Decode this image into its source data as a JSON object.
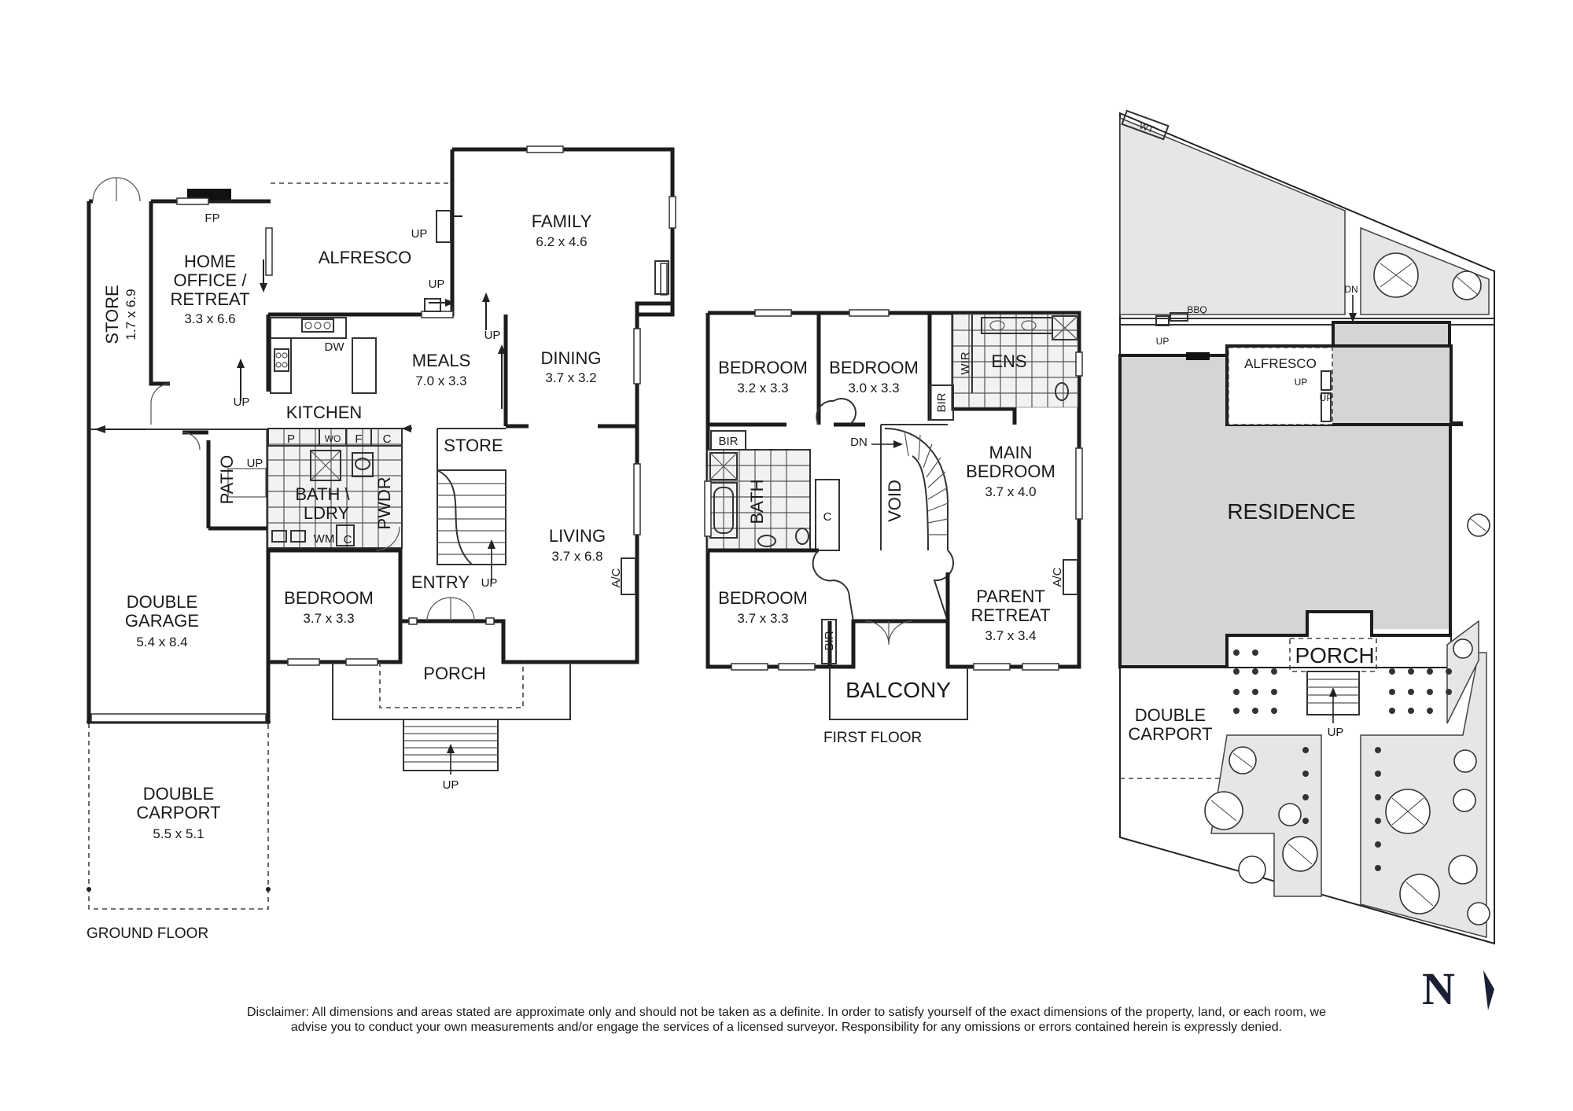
{
  "ground_floor": {
    "label": "GROUND FLOOR",
    "rooms": {
      "store": {
        "name": "STORE",
        "dim": "1.7 x 6.9"
      },
      "home_office": {
        "line1": "HOME",
        "line2": "OFFICE /",
        "line3": "RETREAT",
        "dim": "3.3 x 6.6"
      },
      "alfresco": {
        "name": "ALFRESCO"
      },
      "family": {
        "name": "FAMILY",
        "dim": "6.2 x 4.6"
      },
      "meals": {
        "name": "MEALS",
        "dim": "7.0 x 3.3"
      },
      "dining": {
        "name": "DINING",
        "dim": "3.7 x 3.2"
      },
      "kitchen": {
        "name": "KITCHEN"
      },
      "store2": {
        "name": "STORE"
      },
      "patio": {
        "name": "PATIO"
      },
      "bath_ldry": {
        "line1": "BATH \\",
        "line2": "LDRY"
      },
      "pwdr": {
        "name": "PWDR"
      },
      "living": {
        "name": "LIVING",
        "dim": "3.7 x 6.8"
      },
      "double_garage": {
        "line1": "DOUBLE",
        "line2": "GARAGE",
        "dim": "5.4 x 8.4"
      },
      "bedroom": {
        "name": "BEDROOM",
        "dim": "3.7 x 3.3"
      },
      "entry": {
        "name": "ENTRY"
      },
      "porch": {
        "name": "PORCH"
      },
      "double_carport": {
        "line1": "DOUBLE",
        "line2": "CARPORT",
        "dim": "5.5 x 5.1"
      }
    },
    "fixtures": {
      "fp": "FP",
      "dw": "DW",
      "p": "P",
      "wo": "WO",
      "f": "F",
      "c": "C",
      "wm": "WM",
      "ac": "A/C"
    }
  },
  "first_floor": {
    "label": "FIRST FLOOR",
    "rooms": {
      "bedroom1": {
        "name": "BEDROOM",
        "dim": "3.2 x 3.3"
      },
      "bedroom2": {
        "name": "BEDROOM",
        "dim": "3.0 x 3.3"
      },
      "wir": {
        "name": "WIR"
      },
      "ens": {
        "name": "ENS"
      },
      "bir": {
        "name": "BIR"
      },
      "main_bedroom": {
        "line1": "MAIN",
        "line2": "BEDROOM",
        "dim": "3.7 x 4.0"
      },
      "bath": {
        "name": "BATH"
      },
      "void": {
        "name": "VOID"
      },
      "bedroom3": {
        "name": "BEDROOM",
        "dim": "3.7 x 3.3"
      },
      "parent_retreat": {
        "line1": "PARENT",
        "line2": "RETREAT",
        "dim": "3.7 x 3.4"
      },
      "balcony": {
        "name": "BALCONY"
      }
    },
    "fixtures": {
      "c": "C",
      "ac": "A/C"
    }
  },
  "site_plan": {
    "residence": "RESIDENCE",
    "alfresco": "ALFRESCO",
    "porch": "PORCH",
    "double_carport": {
      "line1": "DOUBLE",
      "line2": "CARPORT"
    },
    "bbq": "BBQ",
    "wt": "WT"
  },
  "stairs": {
    "up": "UP",
    "dn": "DN"
  },
  "compass": {
    "north": "N"
  },
  "disclaimer": "Disclaimer: All dimensions and areas stated are approximate only and should not be taken as a definite. In order to satisfy yourself of the exact dimensions of the property, land, or each room, we advise you to conduct your own measurements and/or engage the services of a licensed surveyor. Responsibility for any omissions or errors contained herein is expressly denied."
}
